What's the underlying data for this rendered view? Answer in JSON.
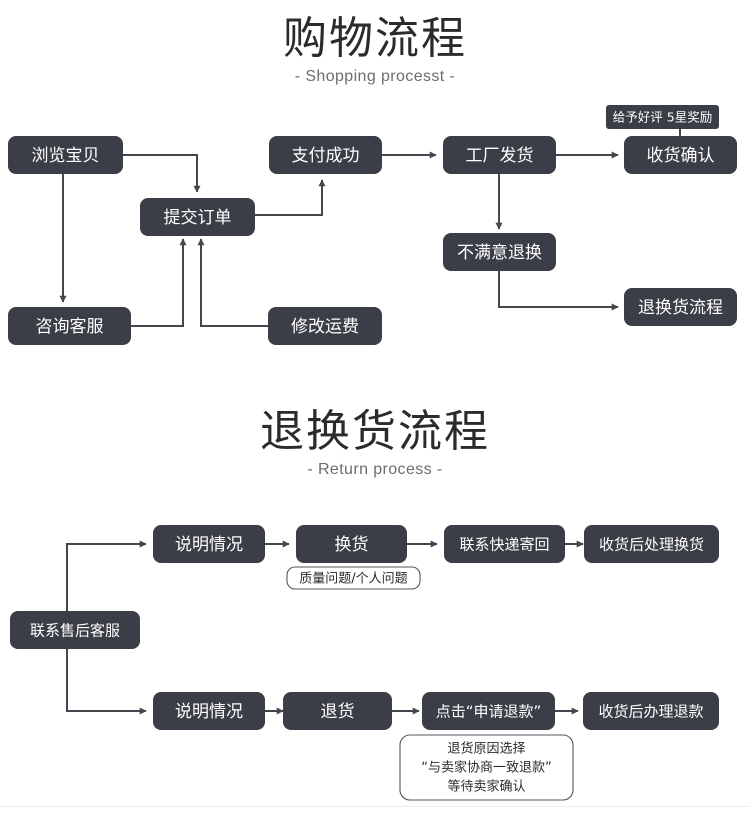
{
  "page": {
    "background": "#ffffff",
    "node_color": "#3b3e46",
    "node_text_color": "#ffffff",
    "line_color": "#45474e",
    "heading_color": "#2b2b2b",
    "subheading_color": "#6d6d6d"
  },
  "sections": [
    {
      "id": "shopping",
      "title": "购物流程",
      "subtitle": "- Shopping processt -",
      "nodes": {
        "browse": "浏览宝贝",
        "consult": "咨询客服",
        "submit_order": "提交订单",
        "modify_shipping": "修改运费",
        "pay_success": "支付成功",
        "factory_ship": "工厂发货",
        "confirm_receipt": "收货确认",
        "unsatisfied_return": "不满意退换",
        "return_flow": "退换货流程"
      },
      "badges": {
        "review_reward": "给予好评 5星奖励"
      }
    },
    {
      "id": "return",
      "title": "退换货流程",
      "subtitle": "- Return process -",
      "nodes": {
        "contact_support": "联系售后客服",
        "explain_top": "说明情况",
        "exchange": "换货",
        "contact_courier": "联系快递寄回",
        "process_exchange": "收货后处理换货",
        "explain_bottom": "说明情况",
        "refund_return": "退货",
        "click_refund": "点击“申请退款”",
        "process_refund": "收货后办理退款"
      },
      "notes": {
        "issue_type": "质量问题/个人问题",
        "refund_reason_line1": "退货原因选择",
        "refund_reason_line2": "“与卖家协商一致退款”",
        "refund_reason_line3": "等待卖家确认"
      }
    }
  ]
}
